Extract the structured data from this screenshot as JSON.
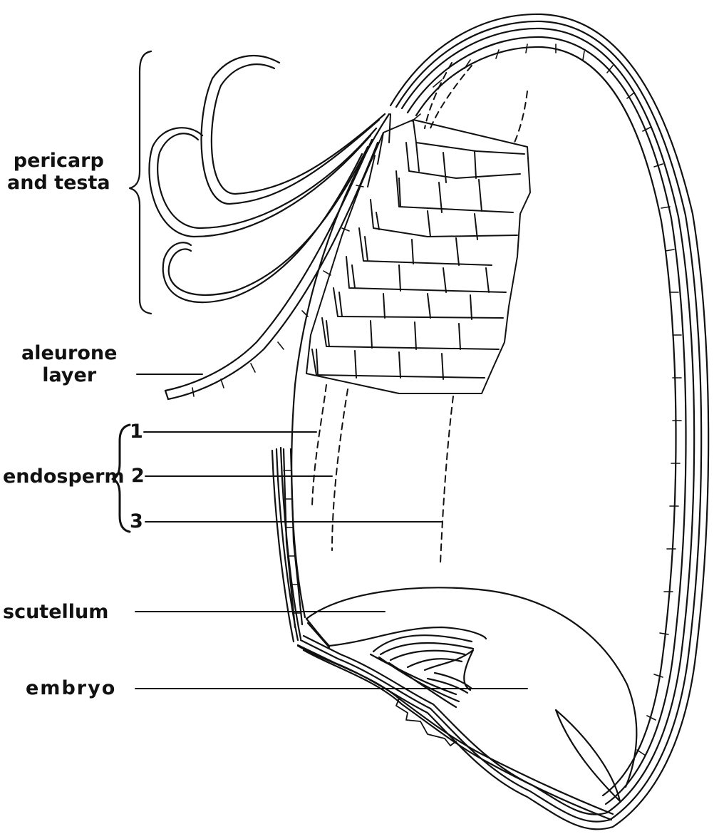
{
  "labels": {
    "pericarp_line1": "pericarp",
    "pericarp_line2": "and  testa",
    "aleurone_line1": "aleurone",
    "aleurone_line2": "layer",
    "endosperm": "endosperm",
    "endosperm_1": "1",
    "endosperm_2": "2",
    "endosperm_3": "3",
    "scutellum": "scutellum",
    "embryo": "embryo"
  },
  "colors": {
    "ink": "#111111",
    "background": "#ffffff"
  }
}
